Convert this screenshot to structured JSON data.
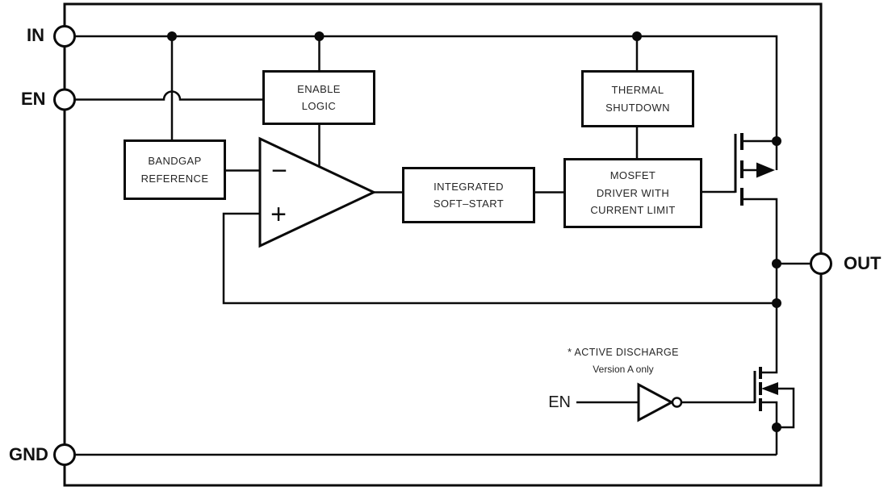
{
  "pins": {
    "in": "IN",
    "en": "EN",
    "gnd": "GND",
    "out": "OUT"
  },
  "blocks": {
    "enable_logic": {
      "line1": "ENABLE",
      "line2": "LOGIC"
    },
    "bandgap": {
      "line1": "BANDGAP",
      "line2": "REFERENCE"
    },
    "thermal": {
      "line1": "THERMAL",
      "line2": "SHUTDOWN"
    },
    "soft_start": {
      "line1": "INTEGRATED",
      "line2": "SOFT–START"
    },
    "mosfet_driver": {
      "line1": "MOSFET",
      "line2": "DRIVER WITH",
      "line3": "CURRENT LIMIT"
    }
  },
  "error_amplifier": {
    "inverting_input": "−",
    "noninverting_input": "+"
  },
  "active_discharge": {
    "note_line1": "* ACTIVE DISCHARGE",
    "note_line2": "Version A only",
    "input_label": "EN"
  },
  "colors": {
    "ink": "#0a0a0a",
    "text": "#262626",
    "background": "#ffffff"
  }
}
